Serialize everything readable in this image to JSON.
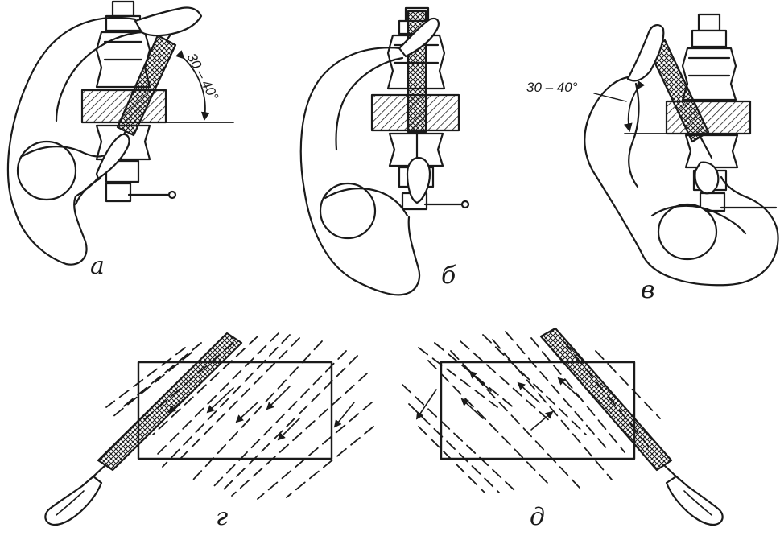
{
  "colors": {
    "ink": "#1a1a1a",
    "paper": "#ffffff"
  },
  "panels": {
    "a": {
      "label": "а",
      "angle": "30 – 40°"
    },
    "b": {
      "label": "б"
    },
    "v": {
      "label": "в",
      "angle": "30 – 40°"
    },
    "g": {
      "label": "г"
    },
    "d": {
      "label": "д"
    }
  }
}
